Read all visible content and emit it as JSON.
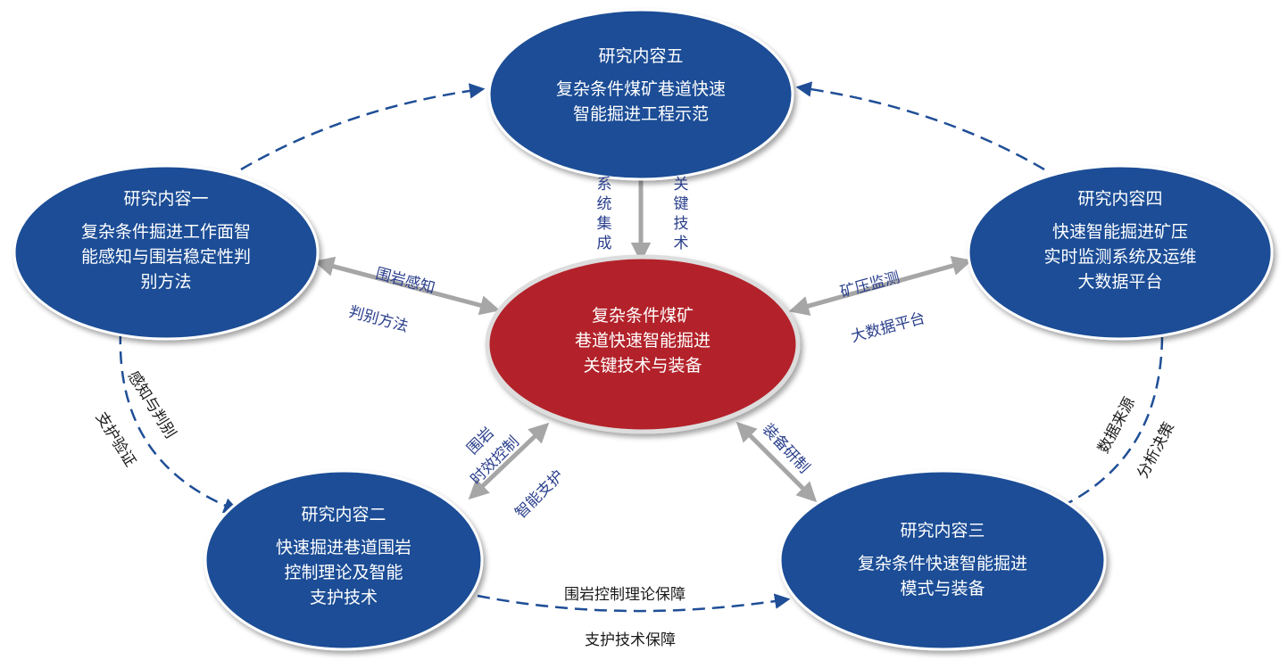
{
  "center": {
    "text_lines": [
      "复杂条件煤矿",
      "巷道快速智能掘进",
      "关键技术与装备"
    ]
  },
  "nodes": {
    "n1": {
      "title": "研究内容一",
      "body_lines": [
        "复杂条件掘进工作面智",
        "能感知与围岩稳定性判",
        "别方法"
      ]
    },
    "n2": {
      "title": "研究内容二",
      "body_lines": [
        "快速掘进巷道围岩",
        "控制理论及智能",
        "支护技术"
      ]
    },
    "n3": {
      "title": "研究内容三",
      "body_lines": [
        "复杂条件快速智能掘进",
        "模式与装备"
      ]
    },
    "n4": {
      "title": "研究内容四",
      "body_lines": [
        "快速智能掘进矿压",
        "实时监测系统及运维",
        "大数据平台"
      ]
    },
    "n5": {
      "title": "研究内容五",
      "body_lines": [
        "复杂条件煤矿巷道快速",
        "智能掘进工程示范"
      ]
    }
  },
  "edge_labels": {
    "n5_left": "系统集成",
    "n5_right": "关键技术",
    "n1_top": "围岩感知",
    "n1_bottom": "判别方法",
    "n4_top": "矿压监测",
    "n4_bottom": "大数据平台",
    "n2_top_a": "围岩",
    "n2_top_b": "时效控制",
    "n2_bottom": "智能支护",
    "n3_label": "装备研制",
    "left_a": "感知与判别",
    "left_b": "支护验证",
    "right_a": "数据来源",
    "right_b": "分析决策",
    "bottom_a": "围岩控制理论保障",
    "bottom_b": "支护技术保障"
  },
  "colors": {
    "node_fill": "#1f4e96",
    "center_fill": "#b3202c",
    "solid_arrow": "#a6a6a6",
    "dashed_arrow": "#1f4e96",
    "label_text": "#2a3f8c"
  }
}
